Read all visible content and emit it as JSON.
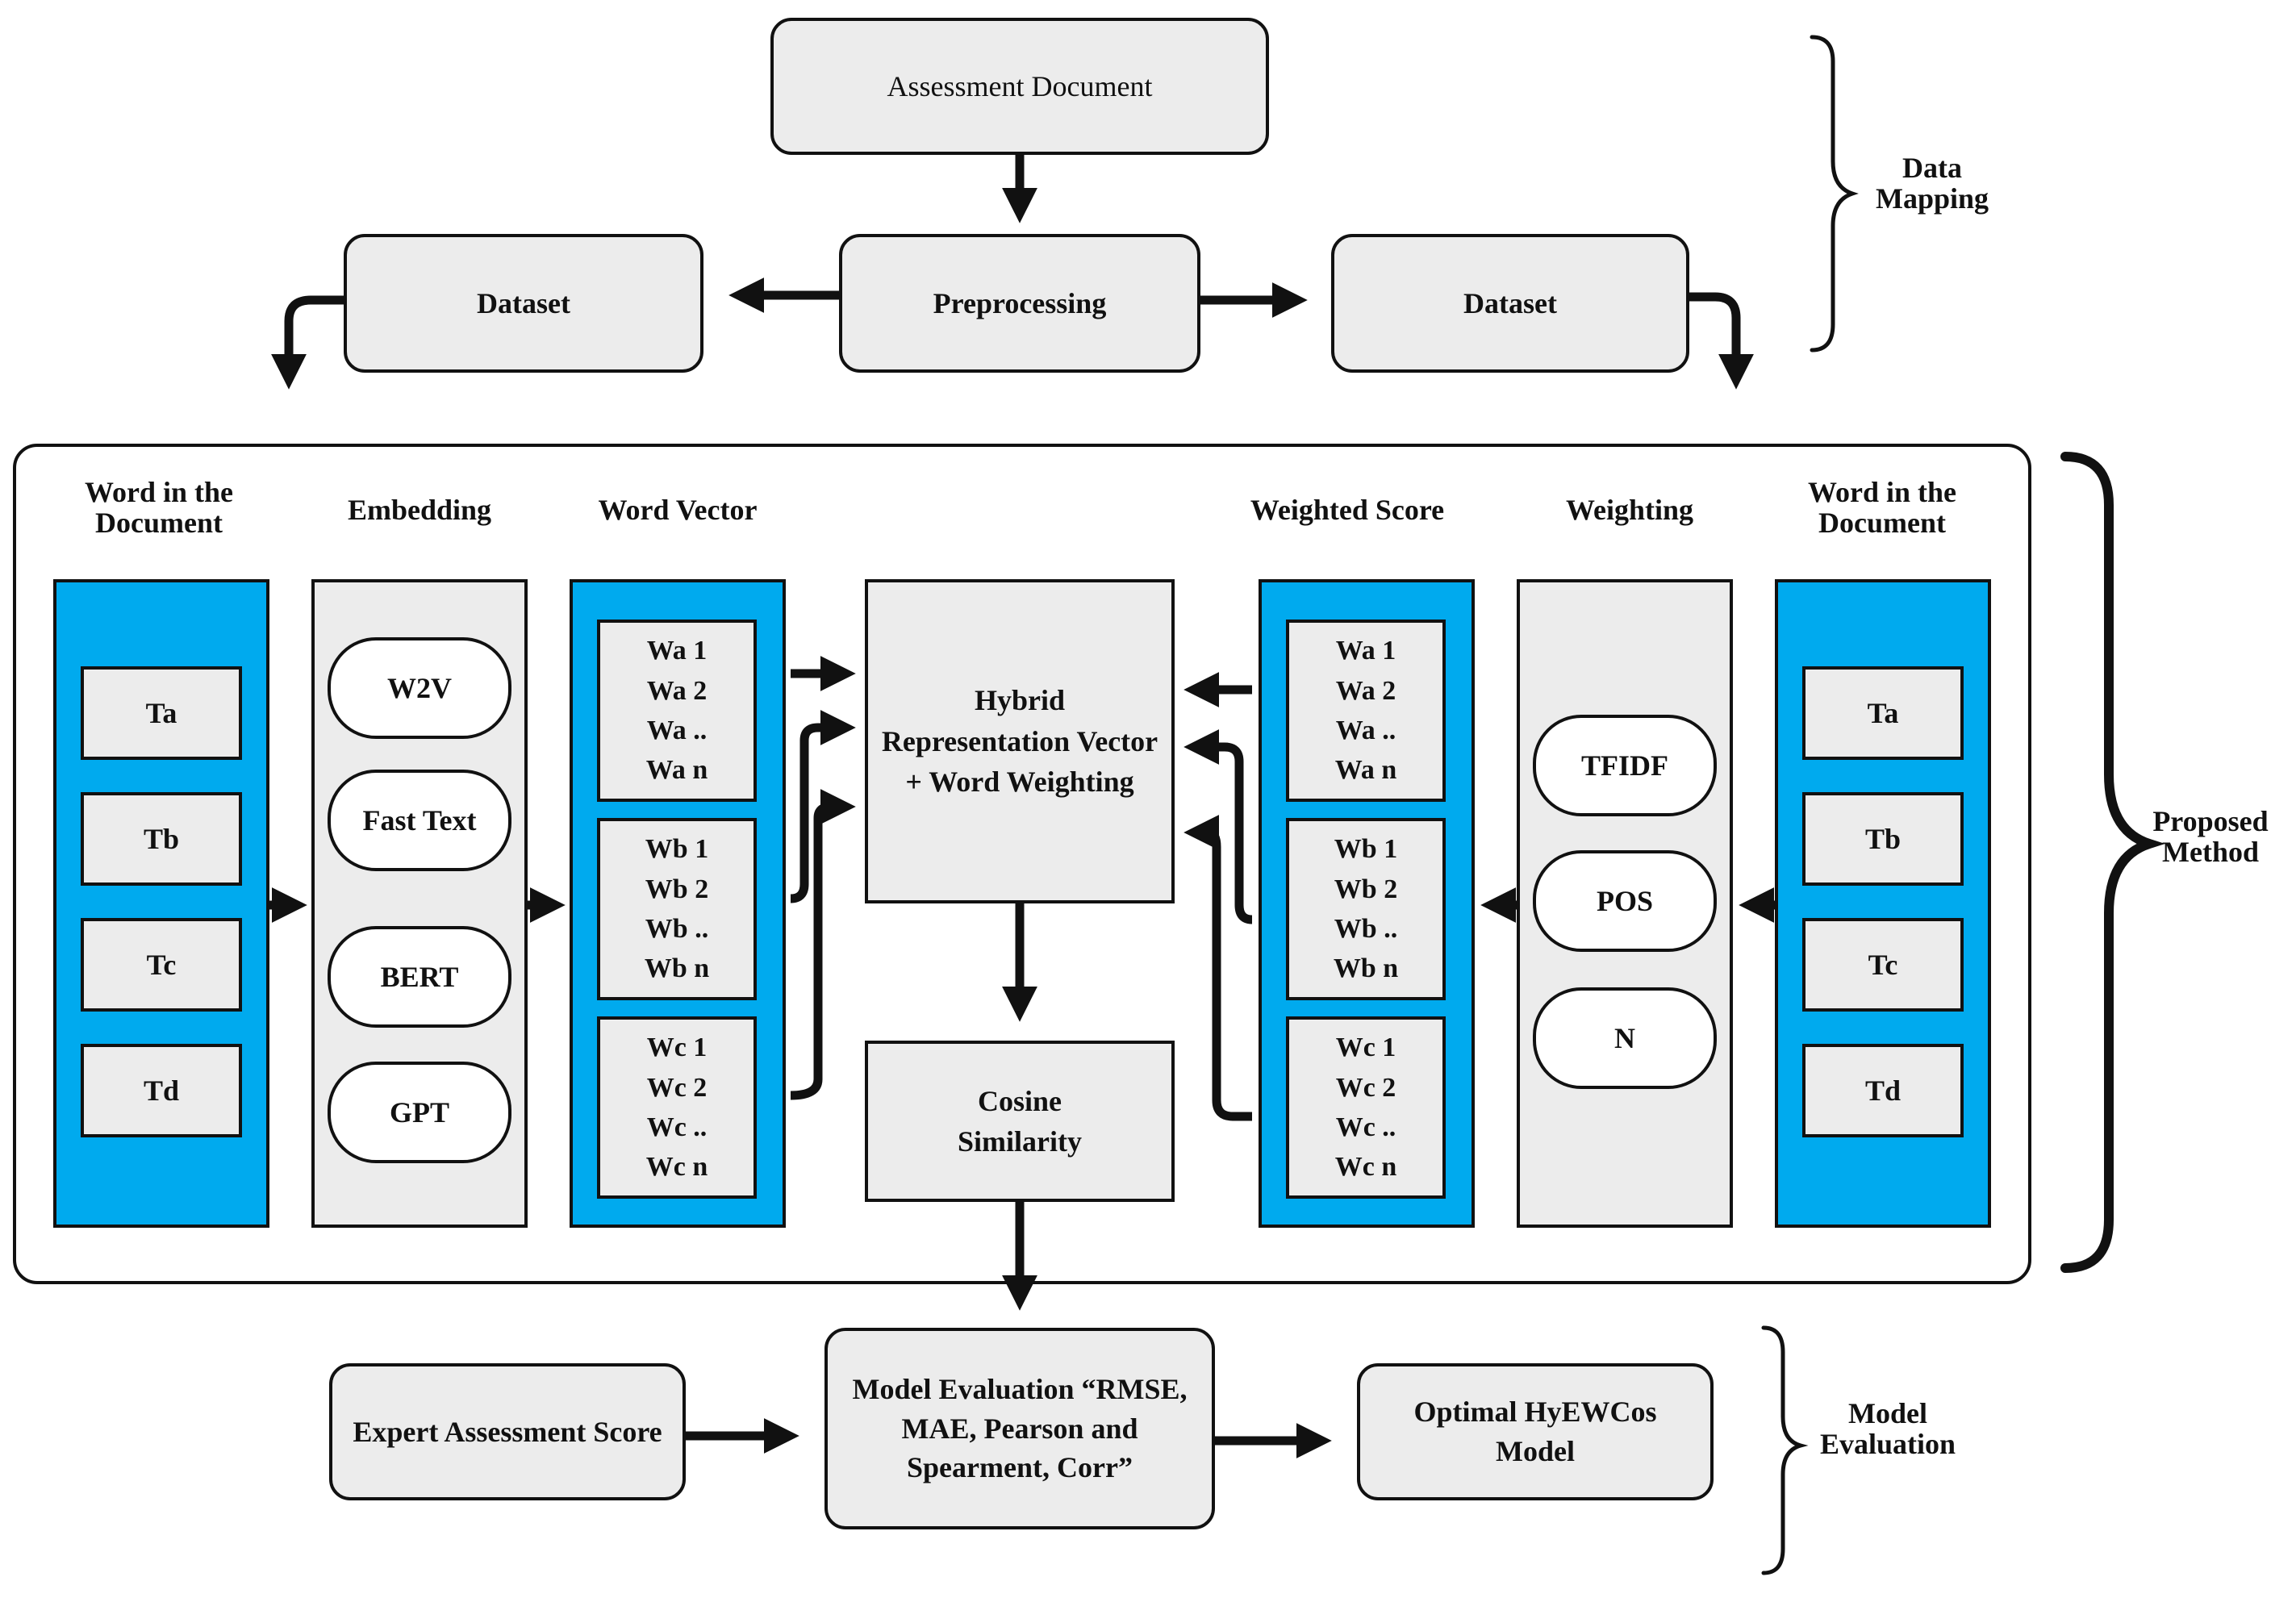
{
  "data_mapping": {
    "assessment_document": "Assessment Document",
    "preprocessing": "Preprocessing",
    "dataset_left": "Dataset",
    "dataset_right": "Dataset",
    "label_line1": "Data",
    "label_line2": "Mapping"
  },
  "proposed_method": {
    "label_line1": "Proposed",
    "label_line2": "Method",
    "word_doc_left": {
      "header_line1": "Word in the",
      "header_line2": "Document",
      "items": [
        "Ta",
        "Tb",
        "Tc",
        "Td"
      ]
    },
    "embedding": {
      "header": "Embedding",
      "items": [
        "W2V",
        "Fast Text",
        "BERT",
        "GPT"
      ]
    },
    "word_vector": {
      "header": "Word Vector",
      "groups": [
        [
          "Wa 1",
          "Wa 2",
          "Wa ..",
          "Wa n"
        ],
        [
          "Wb 1",
          "Wb 2",
          "Wb ..",
          "Wb n"
        ],
        [
          "Wc 1",
          "Wc 2",
          "Wc ..",
          "Wc n"
        ]
      ]
    },
    "hybrid": {
      "line1": "Hybrid",
      "line2": "Representation Vector",
      "line3": "+ Word Weighting"
    },
    "cosine": {
      "line1": "Cosine",
      "line2": "Similarity"
    },
    "weighted_score": {
      "header": "Weighted Score",
      "groups": [
        [
          "Wa 1",
          "Wa 2",
          "Wa ..",
          "Wa n"
        ],
        [
          "Wb 1",
          "Wb 2",
          "Wb ..",
          "Wb n"
        ],
        [
          "Wc 1",
          "Wc 2",
          "Wc ..",
          "Wc n"
        ]
      ]
    },
    "weighting": {
      "header": "Weighting",
      "items": [
        "TFIDF",
        "POS",
        "N"
      ]
    },
    "word_doc_right": {
      "header_line1": "Word in the",
      "header_line2": "Document",
      "items": [
        "Ta",
        "Tb",
        "Tc",
        "Td"
      ]
    }
  },
  "model_evaluation": {
    "expert_score": "Expert Assessment Score",
    "eval_line1": "Model Evaluation “RMSE,",
    "eval_line2": "MAE, Pearson and",
    "eval_line3": "Spearment, Corr”",
    "optimal_line1": "Optimal HyEWCos",
    "optimal_line2": "Model",
    "label_line1": "Model",
    "label_line2": "Evaluation"
  },
  "colors": {
    "blue_column": "#00aaee",
    "grey_fill": "#ececec",
    "stroke": "#111111"
  }
}
